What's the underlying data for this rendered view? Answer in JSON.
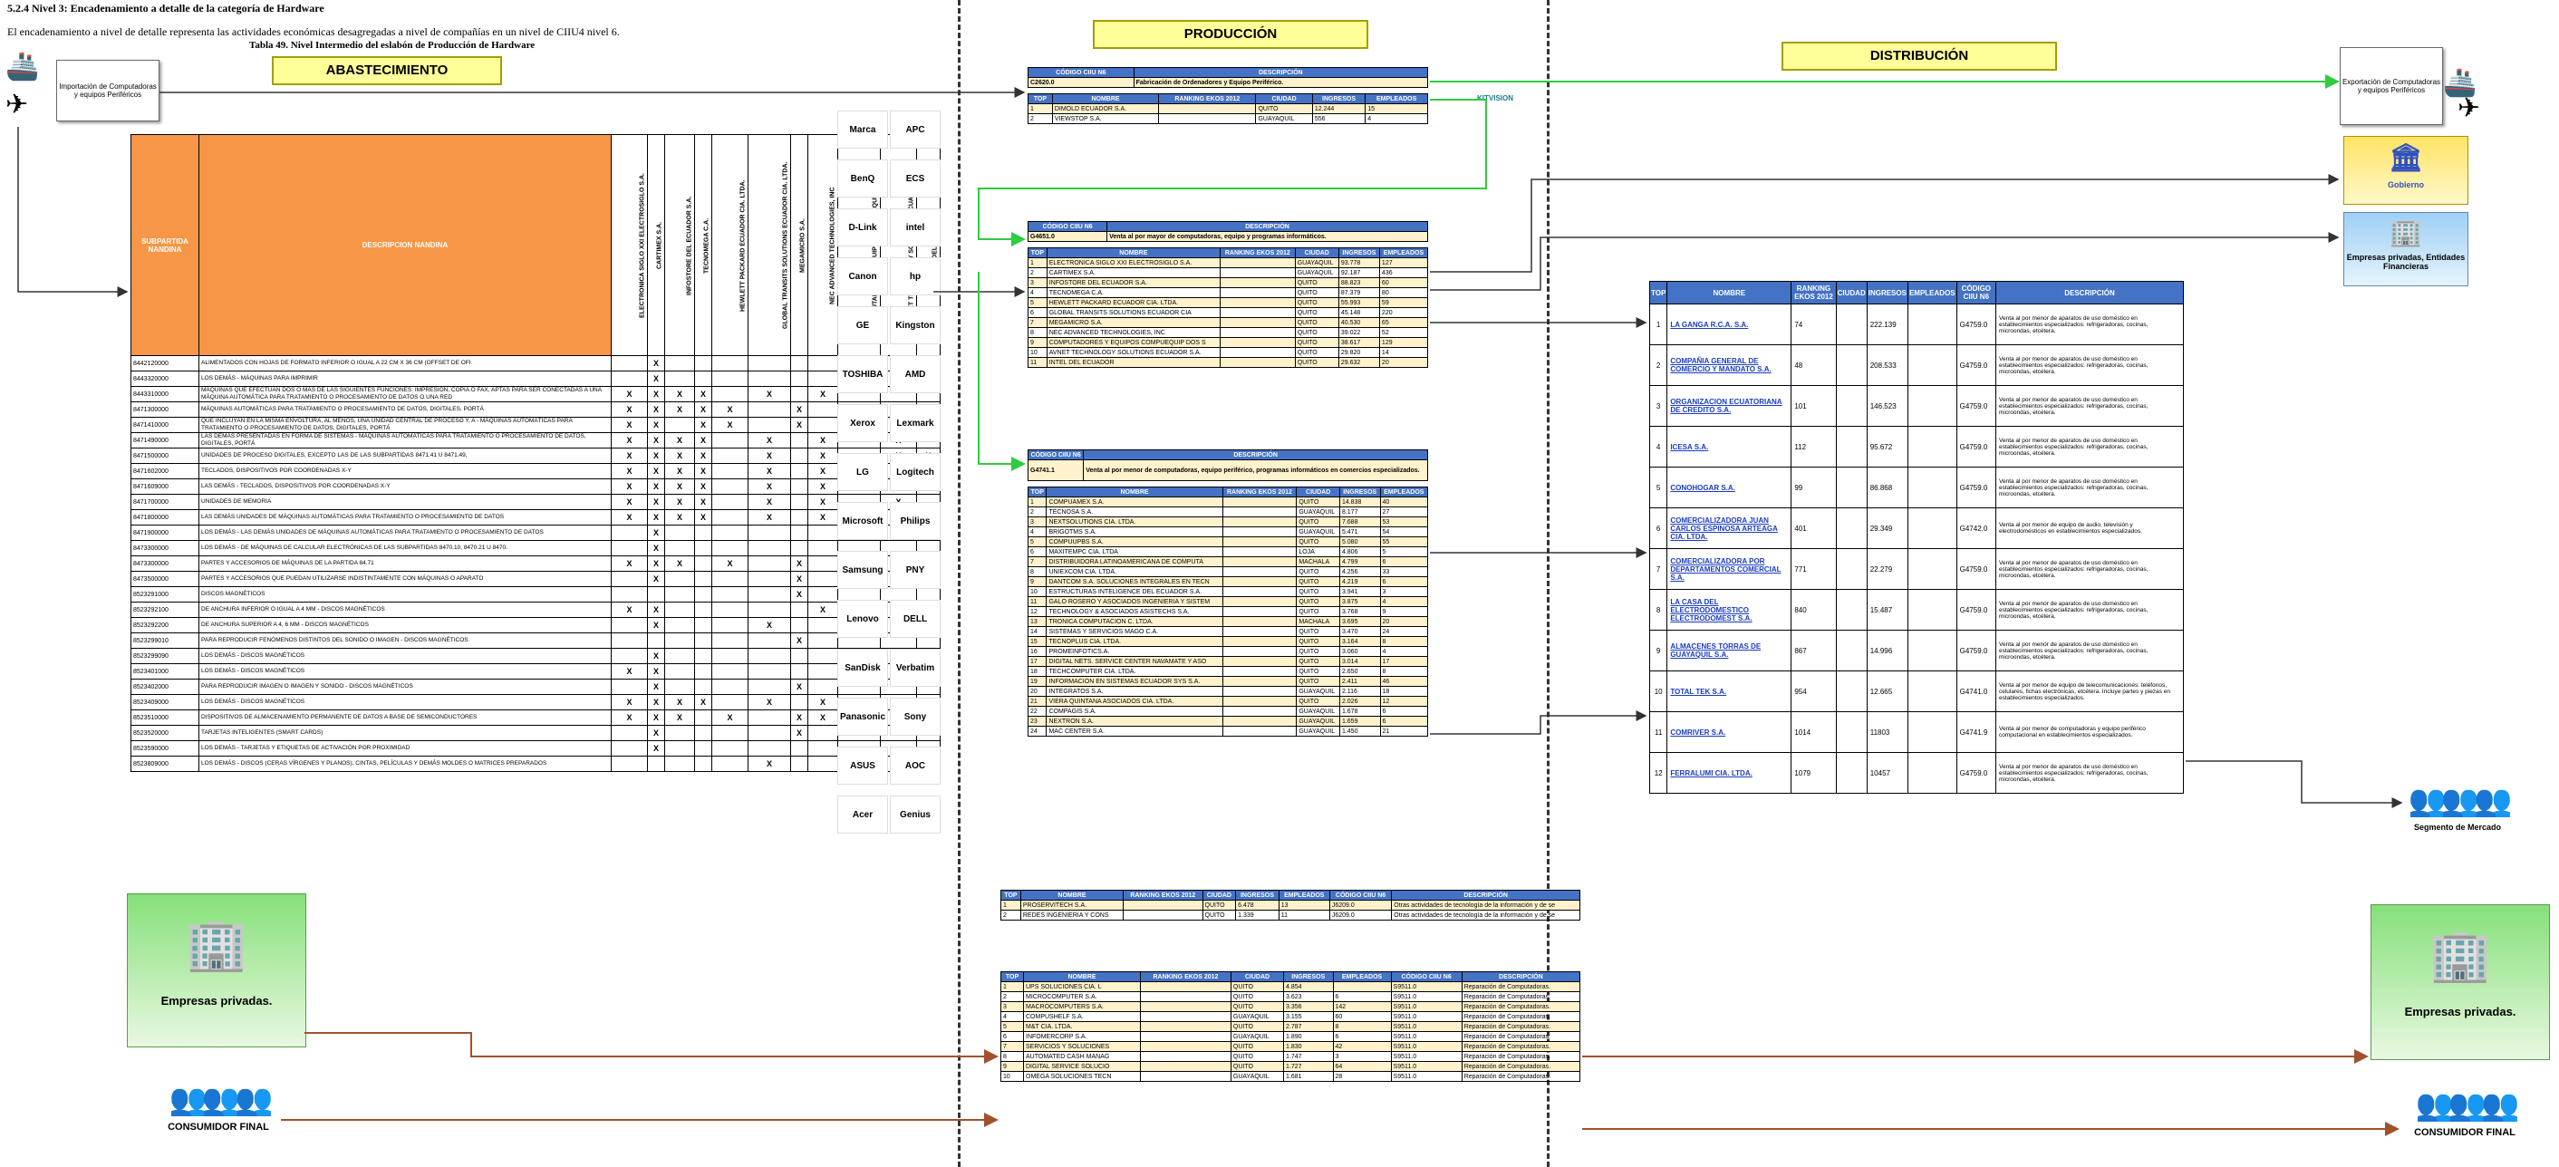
{
  "header": {
    "section": "5.2.4    Nivel 3: Encadenamiento a detalle de la categoría de Hardware",
    "intro": "El encadenamiento a nivel de detalle representa las actividades económicas desagregadas a nivel de compañías en un nivel de CIIU4 nivel 6.",
    "table_caption": "Tabla 49. Nivel Intermedio del eslabón de Producción de Hardware"
  },
  "banners": {
    "abastecimiento": "ABASTECIMIENTO",
    "produccion": "PRODUCCIÓN",
    "distribucion": "DISTRIBUCIÓN"
  },
  "import_box": "Importación de Computadoras y equipos Periféricos",
  "export_box": "Exportación de Computadoras y equipos Periféricos",
  "gov_box": "Gobierno",
  "priv_fin_box": "Empresas privadas, Entidades Financieras",
  "segmento": "Segmento de Mercado",
  "empresas_privadas": "Empresas privadas.",
  "consumidor_final": "CONSUMIDOR FINAL",
  "hw_table": {
    "col1": "SUBPARTIDA NANDINA",
    "col2": "DESCRIPCION NANDINA",
    "suppliers": [
      "ELECTRONICA SIGLO XXI ELECTROSIGLO S.A.",
      "CARTIMEX S.A.",
      "INFOSTORE DEL ECUADOR S.A.",
      "TECNOMEGA C.A.",
      "HEWLETT PACKARD ECUADOR CIA. LTDA.",
      "GLOBAL TRANSITS SOLUTIONS ECUADOR CIA. LTDA.",
      "MEGAMICRO S.A.",
      "NEC ADVANCED TECHNOLOGIES, INC",
      "COMPUTADORES Y EQUIPOS COMPUEQUIP DOS S.A.",
      "AVNET TECHNOLOGY SOLUTIONS ECUADOR S.A.",
      "INTEL DEL ECUADOR"
    ],
    "rows": [
      {
        "code": "8442120000",
        "desc": "ALIMENTADOS CON HOJAS DE FORMATO INFERIOR O IGUAL A 22 CM X 36 CM (OFFSET DE OFI",
        "marks": "-X---------"
      },
      {
        "code": "8443320000",
        "desc": "LOS DEMÁS - MÁQUINAS PARA IMPRIMIR",
        "marks": "-X---------"
      },
      {
        "code": "8443310000",
        "desc": "MÁQUINAS QUE EFECTÚAN DOS O MÁS DE LAS SIGUIENTES FUNCIONES: IMPRESIÓN, COPIA O FAX, APTAS PARA SER CONECTADAS A UNA MÁQUINA AUTOMÁTICA PARA TRATAMIENTO O PROCESAMIENTO DE DATOS O UNA RED",
        "marks": "XXXX-X-X---"
      },
      {
        "code": "8471300000",
        "desc": "MÁQUINAS AUTOMÁTICAS PARA TRATAMIENTO O PROCESAMIENTO DE DATOS, DIGITALES, PORTÁ",
        "marks": "XXXXX-X-X-X"
      },
      {
        "code": "8471410000",
        "desc": "QUE INCLUYAN EN LA MISMA ENVOLTURA, AL MENOS, UNA UNIDAD CENTRAL DE PROCESO Y, A - MÁQUINAS AUTOMÁTICAS PARA TRATAMIENTO O PROCESAMIENTO DE DATOS, DIGITALES, PORTÁ",
        "marks": "XX-XX-X-X--"
      },
      {
        "code": "8471490000",
        "desc": "LAS DEMÁS PRESENTADAS EN FORMA DE SISTEMAS - MÁQUINAS AUTOMÁTICAS PARA TRATAMIENTO O PROCESAMIENTO DE DATOS, DIGITALES, PORTÁ",
        "marks": "XXXX-X-X-X-"
      },
      {
        "code": "8471500000",
        "desc": "UNIDADES DE PROCESO DIGITALES, EXCEPTO LAS DE LAS SUBPARTIDAS 8471.41 U 8471.49,",
        "marks": "XXXX-X-X-XX"
      },
      {
        "code": "8471602000",
        "desc": "TECLADOS, DISPOSITIVOS POR COORDENADAS X-Y",
        "marks": "XXXX-X-X-X-"
      },
      {
        "code": "8471609000",
        "desc": "LAS DEMÁS - TECLADOS, DISPOSITIVOS POR COORDENADAS X-Y",
        "marks": "XXXX-X-X-XX"
      },
      {
        "code": "8471700000",
        "desc": "UNIDADES DE MEMORIA",
        "marks": "XXXX-X-X-X-"
      },
      {
        "code": "8471800000",
        "desc": "LAS DEMÁS UNIDADES DE MÁQUINAS AUTOMÁTICAS PARA TRATAMIENTO O PROCESAMIENTO DE DATOS",
        "marks": "XXXX-X-X-X-"
      },
      {
        "code": "8471900000",
        "desc": "LOS DEMÁS - LAS DEMÁS UNIDADES DE MÁQUINAS AUTOMÁTICAS PARA TRATAMIENTO O PROCESAMIENTO DE DATOS",
        "marks": "-X---------"
      },
      {
        "code": "8473300000",
        "desc": "LOS DEMÁS - DE MÁQUINAS DE CALCULAR ELECTRÓNICAS DE LAS SUBPARTIDAS 8470.10, 8470.21 U 8470.",
        "marks": "-X---------"
      },
      {
        "code": "8473300000",
        "desc": "PARTES Y ACCESORIOS DE MÁQUINAS DE LA PARTIDA 84.71",
        "marks": "XXX-X-X-X-X"
      },
      {
        "code": "8473500000",
        "desc": "PARTES Y ACCESORIOS QUE PUEDAN UTILIZARSE INDISTINTAMENTE CON MÁQUINAS O APARATO",
        "marks": "-X----X----"
      },
      {
        "code": "8523291000",
        "desc": "DISCOS MAGNÉTICOS",
        "marks": "------X----"
      },
      {
        "code": "8523292100",
        "desc": "DE ANCHURA INFERIOR O IGUAL A 4 MM - DISCOS MAGNÉTICOS",
        "marks": "XX-----X---"
      },
      {
        "code": "8523292200",
        "desc": "DE ANCHURA SUPERIOR A 4, 6 MM - DISCOS MAGNÉTICOS",
        "marks": "-X---X-----"
      },
      {
        "code": "8523299010",
        "desc": "PARA REPRODUCIR FENÓMENOS DISTINTOS DEL SONIDO O IMAGEN - DISCOS MAGNÉTICOS",
        "marks": "------X----"
      },
      {
        "code": "8523299090",
        "desc": "LOS DEMÁS - DISCOS MAGNÉTICOS",
        "marks": "-X---------"
      },
      {
        "code": "8523401000",
        "desc": "LOS DEMÁS - DISCOS MAGNÉTICOS",
        "marks": "XX---------"
      },
      {
        "code": "8523402000",
        "desc": "PARA REPRODUCIR IMAGEN O IMAGEN Y SONIDO - DISCOS MAGNÉTICOS",
        "marks": "-X----X----"
      },
      {
        "code": "8523409000",
        "desc": "LOS DEMÁS - DISCOS MAGNÉTICOS",
        "marks": "XXXX-X-X-X-"
      },
      {
        "code": "8523510000",
        "desc": "DISPOSITIVOS DE ALMACENAMIENTO PERMANENTE DE DATOS A BASE DE SEMICONDUCTORES",
        "marks": "XXX-X-XX-XX"
      },
      {
        "code": "8523520000",
        "desc": "TARJETAS INTELIGENTES (SMART CARDS)",
        "marks": "-X----X----"
      },
      {
        "code": "8523590000",
        "desc": "LOS DEMÁS - TARJETAS Y ETIQUETAS DE ACTIVACIÓN POR PROXIMIDAD",
        "marks": "-X---------"
      },
      {
        "code": "8523809000",
        "desc": "LOS DEMÁS - DISCOS (CERAS VÍRGENES Y PLANOS), CINTAS, PELÍCULAS Y DEMÁS MOLDES O MATRICES PREPARADOS",
        "marks": "-----X-----"
      }
    ]
  },
  "logos": [
    [
      "Marca",
      "APC"
    ],
    [
      "BenQ",
      "ECS"
    ],
    [
      "D-Link",
      "intel"
    ],
    [
      "Canon",
      "hp"
    ],
    [
      "GE",
      "Kingston"
    ],
    [
      "TOSHIBA",
      "AMD"
    ],
    [
      "Xerox",
      "Lexmark"
    ],
    [
      "LG",
      "Logitech"
    ],
    [
      "Microsoft",
      "Philips"
    ],
    [
      "Samsung",
      "PNY"
    ],
    [
      "Lenovo",
      "DELL"
    ],
    [
      "SanDisk",
      "Verbatim"
    ],
    [
      "Panasonic",
      "Sony"
    ],
    [
      "ASUS",
      "AOC"
    ],
    [
      "Acer",
      "Genius"
    ]
  ],
  "prod1": {
    "hdr_ciiu": "CÓDIGO CIIU N6",
    "hdr_desc": "DESCRIPCIÓN",
    "code": "C2620.0",
    "activity": "Fabricación de Ordenadores y Equipo Periférico.",
    "cols": [
      "TOP",
      "NOMBRE",
      "RANKING EKOS 2012",
      "CIUDAD",
      "INGRESOS",
      "EMPLEADOS"
    ],
    "rows": [
      [
        "1",
        "DIMOLD ECUADOR S.A.",
        "",
        "QUITO",
        "12.244",
        "15"
      ],
      [
        "2",
        "VIEWSTOP S.A.",
        "",
        "GUAYAQUIL",
        "556",
        "4"
      ]
    ]
  },
  "prod2": {
    "code": "G4651.0",
    "activity": "Venta al por mayor de computadoras, equipo y programas informáticos.",
    "rows": [
      [
        "1",
        "ELECTRONICA SIGLO XXI ELECTROSIGLO S.A.",
        "",
        "GUAYAQUIL",
        "93.778",
        "127"
      ],
      [
        "2",
        "CARTIMEX S.A.",
        "",
        "GUAYAQUIL",
        "92.187",
        "436"
      ],
      [
        "3",
        "INFOSTORE DEL ECUADOR S.A.",
        "",
        "QUITO",
        "88.823",
        "60"
      ],
      [
        "4",
        "TECNOMEGA C.A.",
        "",
        "QUITO",
        "87.379",
        "80"
      ],
      [
        "5",
        "HEWLETT PACKARD ECUADOR CIA. LTDA.",
        "",
        "QUITO",
        "55.993",
        "59"
      ],
      [
        "6",
        "GLOBAL TRANSITS SOLUTIONS ECUADOR CIA",
        "",
        "QUITO",
        "45.148",
        "220"
      ],
      [
        "7",
        "MEGAMICRO S.A.",
        "",
        "QUITO",
        "40.530",
        "65"
      ],
      [
        "8",
        "NEC ADVANCED TECHNOLOGIES, INC",
        "",
        "QUITO",
        "39.022",
        "52"
      ],
      [
        "9",
        "COMPUTADORES Y EQUIPOS COMPUEQUIP DOS S",
        "",
        "QUITO",
        "38.617",
        "129"
      ],
      [
        "10",
        "AVNET TECHNOLOGY SOLUTIONS ECUADOR S.A.",
        "",
        "QUITO",
        "29.820",
        "14"
      ],
      [
        "11",
        "INTEL DEL ECUADOR",
        "",
        "QUITO",
        "29.632",
        "20"
      ]
    ]
  },
  "prod3": {
    "code": "G4741.1",
    "activity": "Venta al por menor de computadoras, equipo periférico, programas informáticos en comercios especializados.",
    "rows": [
      [
        "1",
        "COMPUAMEX S.A.",
        "",
        "QUITO",
        "14.838",
        "40"
      ],
      [
        "2",
        "TECNOSA S.A.",
        "",
        "GUAYAQUIL",
        "8.177",
        "27"
      ],
      [
        "3",
        "NEXTSOLUTIONS CIA. LTDA.",
        "",
        "QUITO",
        "7.688",
        "53"
      ],
      [
        "4",
        "BRIGOTMS S.A.",
        "",
        "GUAYAQUIL",
        "5.471",
        "54"
      ],
      [
        "5",
        "COMPUUPBS S.A.",
        "",
        "QUITO",
        "5.080",
        "55"
      ],
      [
        "6",
        "MAXITEMPC CIA. LTDA",
        "",
        "LOJA",
        "4.806",
        "5"
      ],
      [
        "7",
        "DISTRIBUIDORA LATINOAMERICANA DE COMPUTA",
        "",
        "MACHALA",
        "4.799",
        "6"
      ],
      [
        "8",
        "UNIEXCOM CIA. LTDA.",
        "",
        "QUITO",
        "4.256",
        "33"
      ],
      [
        "9",
        "DANTCOM S.A. SOLUCIONES INTEGRALES EN TECN",
        "",
        "QUITO",
        "4.219",
        "6"
      ],
      [
        "10",
        "ESTRUCTURAS INTELIGENCE DEL ECUADOR S.A.",
        "",
        "QUITO",
        "3.941",
        "3"
      ],
      [
        "11",
        "GALO ROSERO Y ASOCIADOS INGENIERIA Y SISTEM",
        "",
        "QUITO",
        "3.875",
        "4"
      ],
      [
        "12",
        "TECHNOLOGY & ASOCIADOS ASISTECHS S.A.",
        "",
        "QUITO",
        "3.768",
        "9"
      ],
      [
        "13",
        "TRONICA COMPUTACION C. LTDA.",
        "",
        "MACHALA",
        "3.695",
        "20"
      ],
      [
        "14",
        "SISTEMAS Y SERVICIOS MAGO C.A.",
        "",
        "QUITO",
        "3.470",
        "24"
      ],
      [
        "15",
        "TECNOPLUS CIA. LTDA.",
        "",
        "QUITO",
        "3.164",
        "8"
      ],
      [
        "16",
        "PROMEINFOTICS.A.",
        "",
        "QUITO",
        "3.060",
        "4"
      ],
      [
        "17",
        "DIGITAL NETS. SERVICE CENTER NAVAMATE Y ASO",
        "",
        "QUITO",
        "3.014",
        "17"
      ],
      [
        "18",
        "TECHCOMPUTER CIA. LTDA.",
        "",
        "QUITO",
        "2.650",
        "8"
      ],
      [
        "19",
        "INFORMACION EN SISTEMAS ECUADOR SYS S.A.",
        "",
        "QUITO",
        "2.411",
        "46"
      ],
      [
        "20",
        "INTEGRATOS S.A.",
        "",
        "GUAYAQUIL",
        "2.116",
        "18"
      ],
      [
        "21",
        "VIERA QUINTANA ASOCIADOS CIA. LTDA.",
        "",
        "QUITO",
        "2.026",
        "12"
      ],
      [
        "22",
        "COMPAGIS S.A.",
        "",
        "GUAYAQUIL",
        "1.678",
        "6"
      ],
      [
        "23",
        "NEXTRON S.A.",
        "",
        "GUAYAQUIL",
        "1.659",
        "6"
      ],
      [
        "24",
        "MAC CENTER S.A.",
        "",
        "GUAYAQUIL",
        "1.450",
        "21"
      ]
    ]
  },
  "svc1": {
    "cols": [
      "TOP",
      "NOMBRE",
      "RANKING EKOS 2012",
      "CIUDAD",
      "INGRESOS",
      "EMPLEADOS",
      "CÓDIGO CIIU N6",
      "DESCRIPCIÓN"
    ],
    "rows": [
      [
        "1",
        "PROSERVITECH S.A.",
        "",
        "QUITO",
        "6.478",
        "13",
        "J6209.0",
        "Otras actividades de tecnología de la información y de se"
      ],
      [
        "2",
        "REDES INGENIERIA Y CONS",
        "",
        "QUITO",
        "1.339",
        "11",
        "J6209.0",
        "Otras actividades de tecnología de la información y de se"
      ]
    ]
  },
  "svc2": {
    "rows": [
      [
        "1",
        "UPS SOLUCIONES CIA. L",
        "",
        "QUITO",
        "4.854",
        "",
        "S9511.0",
        "Reparación de Computadoras."
      ],
      [
        "2",
        "MICROCOMPUTER S.A.",
        "",
        "QUITO",
        "3.623",
        "6",
        "S9511.0",
        "Reparación de Computadoras."
      ],
      [
        "3",
        "MACROCOMPUTERS S.A.",
        "",
        "QUITO",
        "3.356",
        "142",
        "S9511.0",
        "Reparación de Computadoras."
      ],
      [
        "4",
        "COMPUSHELF S.A.",
        "",
        "GUAYAQUIL",
        "3.155",
        "60",
        "S9511.0",
        "Reparación de Computadoras."
      ],
      [
        "5",
        "M&T CIA. LTDA.",
        "",
        "QUITO",
        "2.787",
        "8",
        "S9511.0",
        "Reparación de Computadoras."
      ],
      [
        "6",
        "INFOMERCORP S.A.",
        "",
        "GUAYAQUIL",
        "1.890",
        "6",
        "S9511.0",
        "Reparación de Computadoras."
      ],
      [
        "7",
        "SERVICIOS Y SOLUCIONES",
        "",
        "QUITO",
        "1.830",
        "42",
        "S9511.0",
        "Reparación de Computadoras."
      ],
      [
        "8",
        "AUTOMATED CASH MANAG",
        "",
        "QUITO",
        "1.747",
        "3",
        "S9511.0",
        "Reparación de Computadoras."
      ],
      [
        "9",
        "DIGITAL SERVICE SOLUCIO",
        "",
        "QUITO",
        "1.727",
        "64",
        "S9511.0",
        "Reparación de Computadoras."
      ],
      [
        "10",
        "OMEGA SOLUCIONES TECN",
        "",
        "GUAYAQUIL",
        "1.681",
        "28",
        "S9511.0",
        "Reparación de Computadoras."
      ]
    ]
  },
  "dist": {
    "cols": [
      "TOP",
      "NOMBRE",
      "RANKING EKOS 2012",
      "CIUDAD",
      "INGRESOS",
      "EMPLEADOS",
      "CÓDIGO CIIU N6",
      "DESCRIPCIÓN"
    ],
    "rows": [
      [
        "1",
        "LA GANGA R.C.A. S.A.",
        "74",
        "",
        "222.139",
        "",
        "G4759.0",
        "Venta al por menor de aparatos de uso doméstico en establecimientos especializados: refrigeradoras, cocinas, microondas, etcétera."
      ],
      [
        "2",
        "COMPAÑIA GENERAL DE COMERCIO Y MANDATO S.A.",
        "48",
        "",
        "208.533",
        "",
        "G4759.0",
        "Venta al por menor de aparatos de uso doméstico en establecimientos especializados: refrigeradoras, cocinas, microondas, etcétera."
      ],
      [
        "3",
        "ORGANIZACION ECUATORIANA DE CREDITO S.A.",
        "101",
        "",
        "146.523",
        "",
        "G4759.0",
        "Venta al por menor de aparatos de uso doméstico en establecimientos especializados: refrigeradoras, cocinas, microondas, etcétera."
      ],
      [
        "4",
        "ICESA S.A.",
        "112",
        "",
        "95.672",
        "",
        "G4759.0",
        "Venta al por menor de aparatos de uso doméstico en establecimientos especializados: refrigeradoras, cocinas, microondas, etcétera."
      ],
      [
        "5",
        "CONOHOGAR S.A.",
        "99",
        "",
        "86.868",
        "",
        "G4759.0",
        "Venta al por menor de aparatos de uso doméstico en establecimientos especializados: refrigeradoras, cocinas, microondas, etcétera."
      ],
      [
        "6",
        "COMERCIALIZADORA JUAN CARLOS ESPINOSA ARTEAGA CIA. LTDA.",
        "401",
        "",
        "29.349",
        "",
        "G4742.0",
        "Venta al por menor de equipo de audio, televisión y electrodomésticos en establecimientos especializados."
      ],
      [
        "7",
        "COMERCIALIZADORA POR DEPARTAMENTOS COMERCIAL S.A.",
        "771",
        "",
        "22.279",
        "",
        "G4759.0",
        "Venta al por menor de aparatos de uso doméstico en establecimientos especializados: refrigeradoras, cocinas, microondas, etcétera."
      ],
      [
        "8",
        "LA CASA DEL ELECTRODOMESTICO ELECTRODOMEST S.A.",
        "840",
        "",
        "15.487",
        "",
        "G4759.0",
        "Venta al por menor de aparatos de uso doméstico en establecimientos especializados: refrigeradoras, cocinas, microondas, etcétera."
      ],
      [
        "9",
        "ALMACENES TORRAS DE GUAYAQUIL S.A.",
        "867",
        "",
        "14.996",
        "",
        "G4759.0",
        "Venta al por menor de aparatos de uso doméstico en establecimientos especializados: refrigeradoras, cocinas, microondas, etcétera."
      ],
      [
        "10",
        "TOTAL TEK S.A.",
        "954",
        "",
        "12.665",
        "",
        "G4741.0",
        "Venta al por menor de equipo de telecomunicaciones: teléfonos, celulares, fichas electrónicas, etcétera. Incluye partes y piezas en establecimientos especializados."
      ],
      [
        "11",
        "COMRIVER S.A.",
        "1014",
        "",
        "11803",
        "",
        "G4741.9",
        "Venta al por menor de computadoras y equipo periférico computacional en establecimientos especializados."
      ],
      [
        "12",
        "FERRALUMI CIA. LTDA.",
        "1079",
        "",
        "10457",
        "",
        "G4759.0",
        "Venta al por menor de aparatos de uso doméstico en establecimientos especializados: refrigeradoras, cocinas, microondas, etcétera."
      ]
    ]
  },
  "colors": {
    "accent_orange": "#f79646",
    "header_blue": "#4472c4",
    "banner_yellow": "#ffff99",
    "flow_green": "#2ecc40",
    "flow_brown": "#a0522d"
  }
}
